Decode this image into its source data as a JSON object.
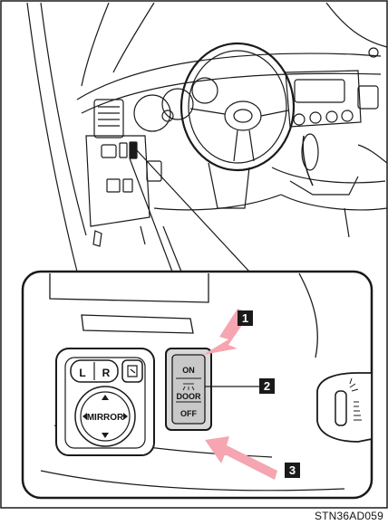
{
  "callouts": [
    "1",
    "2",
    "3"
  ],
  "mirror_switch": {
    "left_label": "L",
    "right_label": "R",
    "dial_label": "MIRROR"
  },
  "door_switch": {
    "on_label": "ON",
    "door_label": "DOOR",
    "off_label": "OFF"
  },
  "figure_code": "STN36AD059",
  "colors": {
    "press_arrow": "#f5a6b0",
    "line": "#1a1a1a",
    "switch_fill": "#c8c8c8"
  }
}
